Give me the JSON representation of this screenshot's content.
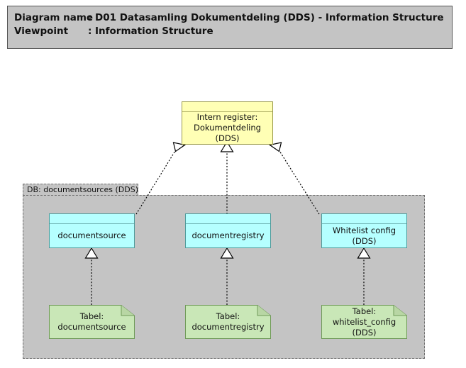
{
  "header": {
    "rows": [
      {
        "label": "Diagram name",
        "separator": ":",
        "value": "D01 Datasamling Dokumentdeling (DDS) - Information Structure"
      },
      {
        "label": "Viewpoint",
        "separator": ":",
        "value": "Information Structure"
      }
    ]
  },
  "colors": {
    "header_bg": "#c4c4c4",
    "business_object": "#ffffb5",
    "data_object": "#b5ffff",
    "deliverable": "#c9e7b7",
    "grouping": "#c4c4c4",
    "line": "#000000"
  },
  "diagram": {
    "grouping": {
      "title": "DB: documentsources (DDS)"
    },
    "business_objects": [
      {
        "id": "intern-register",
        "label": "Intern register:\nDokumentdeling\n(DDS)"
      }
    ],
    "data_objects": [
      {
        "id": "documentsource",
        "label": "documentsource"
      },
      {
        "id": "documentregistry",
        "label": "documentregistry"
      },
      {
        "id": "whitelist-config",
        "label": "Whitelist config\n(DDS)"
      }
    ],
    "deliverables": [
      {
        "id": "tabel-documentsource",
        "label": "Tabel:\ndocumentsource"
      },
      {
        "id": "tabel-documentregistry",
        "label": "Tabel:\ndocumentregistry"
      },
      {
        "id": "tabel-whitelist-config",
        "label": "Tabel:\nwhitelist_config\n(DDS)"
      }
    ],
    "relationships": [
      {
        "type": "realization",
        "from": "documentsource",
        "to": "intern-register"
      },
      {
        "type": "realization",
        "from": "documentregistry",
        "to": "intern-register"
      },
      {
        "type": "realization",
        "from": "whitelist-config",
        "to": "intern-register"
      },
      {
        "type": "realization",
        "from": "tabel-documentsource",
        "to": "documentsource"
      },
      {
        "type": "realization",
        "from": "tabel-documentregistry",
        "to": "documentregistry"
      },
      {
        "type": "realization",
        "from": "tabel-whitelist-config",
        "to": "whitelist-config"
      }
    ]
  }
}
